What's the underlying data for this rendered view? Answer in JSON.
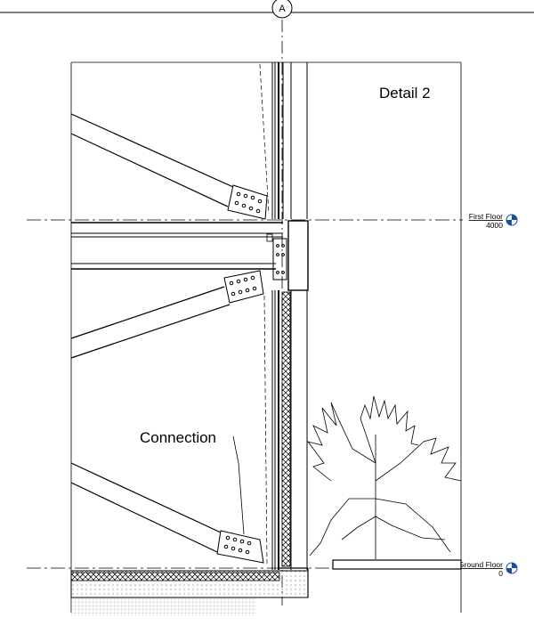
{
  "grid": {
    "label": "A"
  },
  "detail": {
    "title": "Detail 2"
  },
  "levels": [
    {
      "name": "First Floor",
      "elevation": "4000"
    },
    {
      "name": "Ground Floor",
      "elevation": "0"
    }
  ],
  "annotations": [
    {
      "text": "Connection"
    }
  ]
}
